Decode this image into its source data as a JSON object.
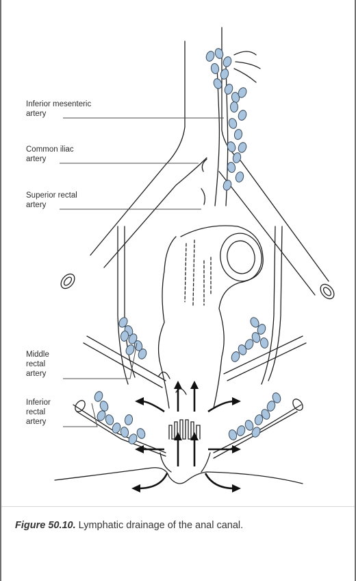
{
  "labels": {
    "inferior_mesenteric": "Inferior mesenteric\nartery",
    "common_iliac": "Common iliac\nartery",
    "superior_rectal": "Superior rectal\nartery",
    "middle_rectal": "Middle\nrectal\nartery",
    "inferior_rectal": "Inferior\nrectal\nartery"
  },
  "caption": {
    "figure_number": "Figure 50.10.",
    "text": " Lymphatic drainage of the anal canal."
  },
  "colors": {
    "node_fill": "#a9c4de",
    "node_stroke": "#3a4a5a",
    "line": "#1e1e1e"
  }
}
